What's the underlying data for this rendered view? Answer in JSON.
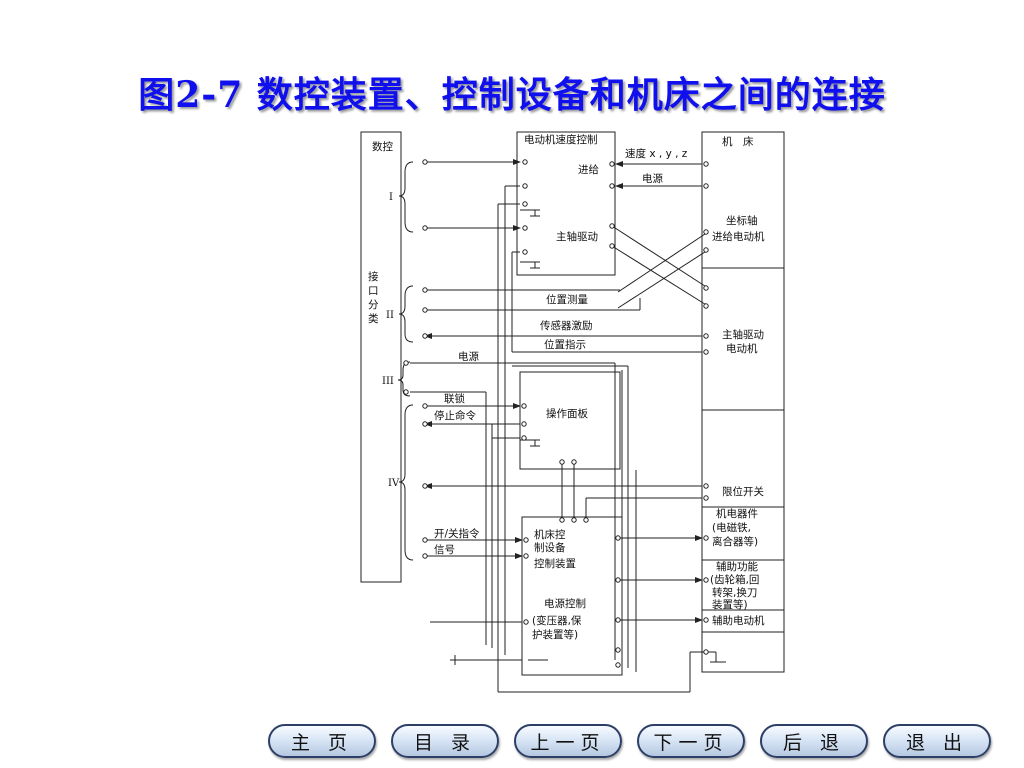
{
  "title": "图2-7 数控装置、控制设备和机床之间的连接",
  "diagram": {
    "nc_label": "数控",
    "interface_label": [
      "接",
      "口",
      "分",
      "类"
    ],
    "group_I": "I",
    "group_II": "II",
    "group_III": "III",
    "group_IV": "IV",
    "motor_speed_ctrl": "电动机速度控制",
    "feed": "进给",
    "spindle_drive": "主轴驱动",
    "machine_tool": "机　床",
    "speed_xyz": "速度 x , y , z",
    "power": "电源",
    "coord_axis": "坐标轴",
    "feed_motor": "进给电动机",
    "position_measure": "位置测量",
    "sensor_excite": "传感器激励",
    "position_indicate": "位置指示",
    "spindle_motor_1": "主轴驱动",
    "spindle_motor_2": "电动机",
    "power2": "电源",
    "interlock": "联锁",
    "stop_cmd": "停止命令",
    "operator_panel": "操作面板",
    "limit_switch": "限位开关",
    "onoff_cmd": "开/关指令",
    "signal": "信号",
    "mt_ctrl_1": "机床控",
    "mt_ctrl_2": "制设备",
    "mt_ctrl_3": "控制装置",
    "psu_1": "电源控制",
    "psu_2": "(变压器,保",
    "psu_3": "护装置等)",
    "electromech_1": "机电器件",
    "electromech_2": "(电磁铁,",
    "electromech_3": "离合器等)",
    "aux_1": "辅助功能",
    "aux_2": "(齿轮箱,回",
    "aux_3": "转架,换刀",
    "aux_4": "装置等)",
    "aux_motor": "辅助电动机"
  },
  "nav": {
    "home": "主 页",
    "contents": "目 录",
    "prev": "上一页",
    "next": "下一页",
    "back": "后 退",
    "exit": "退 出"
  }
}
